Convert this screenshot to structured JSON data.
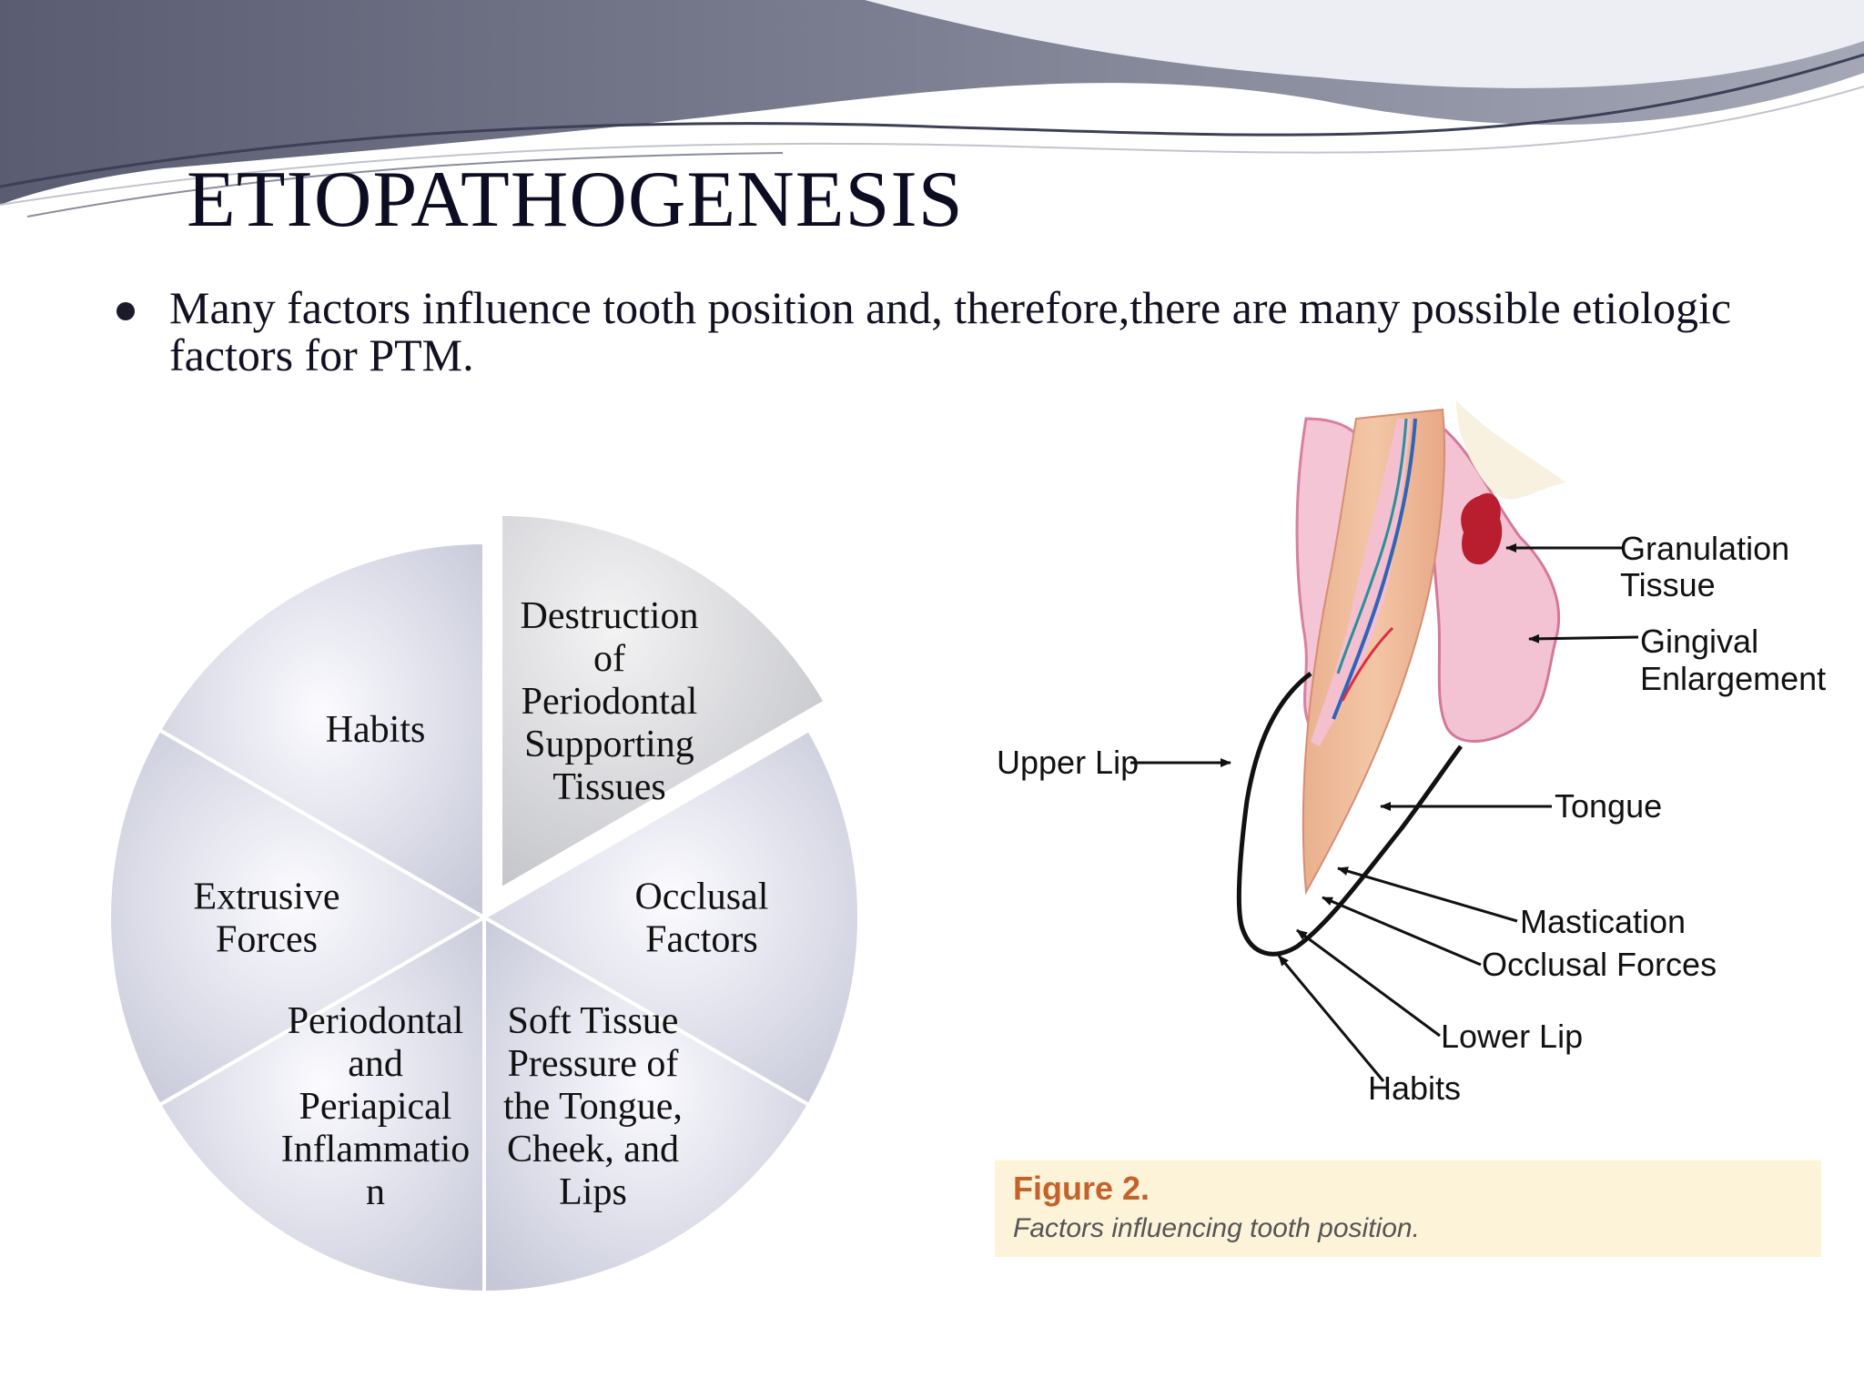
{
  "slide": {
    "title": "ETIOPATHOGENESIS",
    "bullet": "Many factors influence tooth position and, therefore,there are many possible etiologic factors for PTM."
  },
  "chart_data": {
    "type": "pie",
    "exploded": [
      "Destruction of Periodontal Supporting Tissues"
    ],
    "segments": [
      {
        "label_lines": [
          "Destruction",
          "of",
          "Periodontal",
          "Supporting",
          "Tissues"
        ],
        "value": 1
      },
      {
        "label_lines": [
          "Occlusal",
          "Factors"
        ],
        "value": 1
      },
      {
        "label_lines": [
          "Soft Tissue",
          "Pressure of",
          "the Tongue,",
          "Cheek, and",
          "Lips"
        ],
        "value": 1
      },
      {
        "label_lines": [
          "Periodontal",
          "and",
          "Periapical",
          "Inflammatio",
          "n"
        ],
        "value": 1
      },
      {
        "label_lines": [
          "Extrusive",
          "Forces"
        ],
        "value": 1
      },
      {
        "label_lines": [
          "Habits"
        ],
        "value": 1
      }
    ]
  },
  "diagram": {
    "labels": {
      "granulation": [
        "Granulation",
        "Tissue"
      ],
      "gingival": [
        "Gingival",
        "Enlargement"
      ],
      "upper_lip": "Upper Lip",
      "tongue": "Tongue",
      "mastication": "Mastication",
      "occlusal_forces": "Occlusal Forces",
      "lower_lip": "Lower Lip",
      "habits": "Habits"
    },
    "figure_title": "Figure 2.",
    "figure_caption": "Factors influencing tooth position."
  }
}
